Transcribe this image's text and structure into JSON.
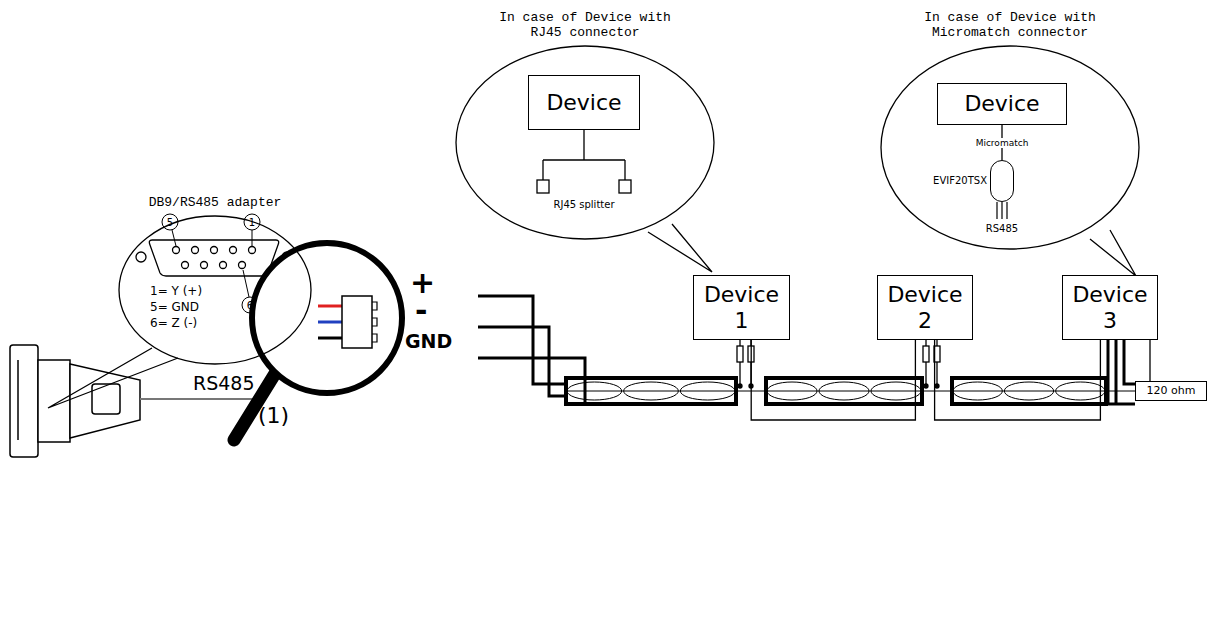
{
  "diagram": {
    "nodes": [
      {
        "text": [
          "DB9/RS485 adapter"
        ]
      },
      {
        "text": [
          "In case of Device with RJ45 connector"
        ]
      },
      {
        "text": [
          "Device"
        ],
        "in": 1
      },
      {
        "text": [
          "In case of Device with Micromatch connector"
        ]
      },
      {
        "text": [
          "Device"
        ],
        "in": 3
      },
      {
        "text": [
          "EVIF20TSX"
        ],
        "in": 3
      },
      {
        "text": [
          "Device 1"
        ]
      },
      {
        "text": [
          "Device 2"
        ]
      },
      {
        "text": [
          "Device 3"
        ]
      },
      {
        "text": [
          "120 ohm"
        ]
      }
    ],
    "edges": [
      {
        "from": 4,
        "to": 5,
        "arrow": "none",
        "label": "Micromatch"
      },
      {
        "from": 6,
        "to": 7,
        "arrow": "none"
      },
      {
        "from": 7,
        "to": 8,
        "arrow": "none"
      },
      {
        "from": 8,
        "to": 9,
        "arrow": "none"
      }
    ],
    "labels": [
      "5",
      "1",
      "6",
      "1= Y (+)",
      "5= GND",
      "6= Z (-)",
      "RJ45 splitter",
      "RS485",
      "RS485",
      "+",
      "-",
      "GND",
      "(1)"
    ]
  }
}
